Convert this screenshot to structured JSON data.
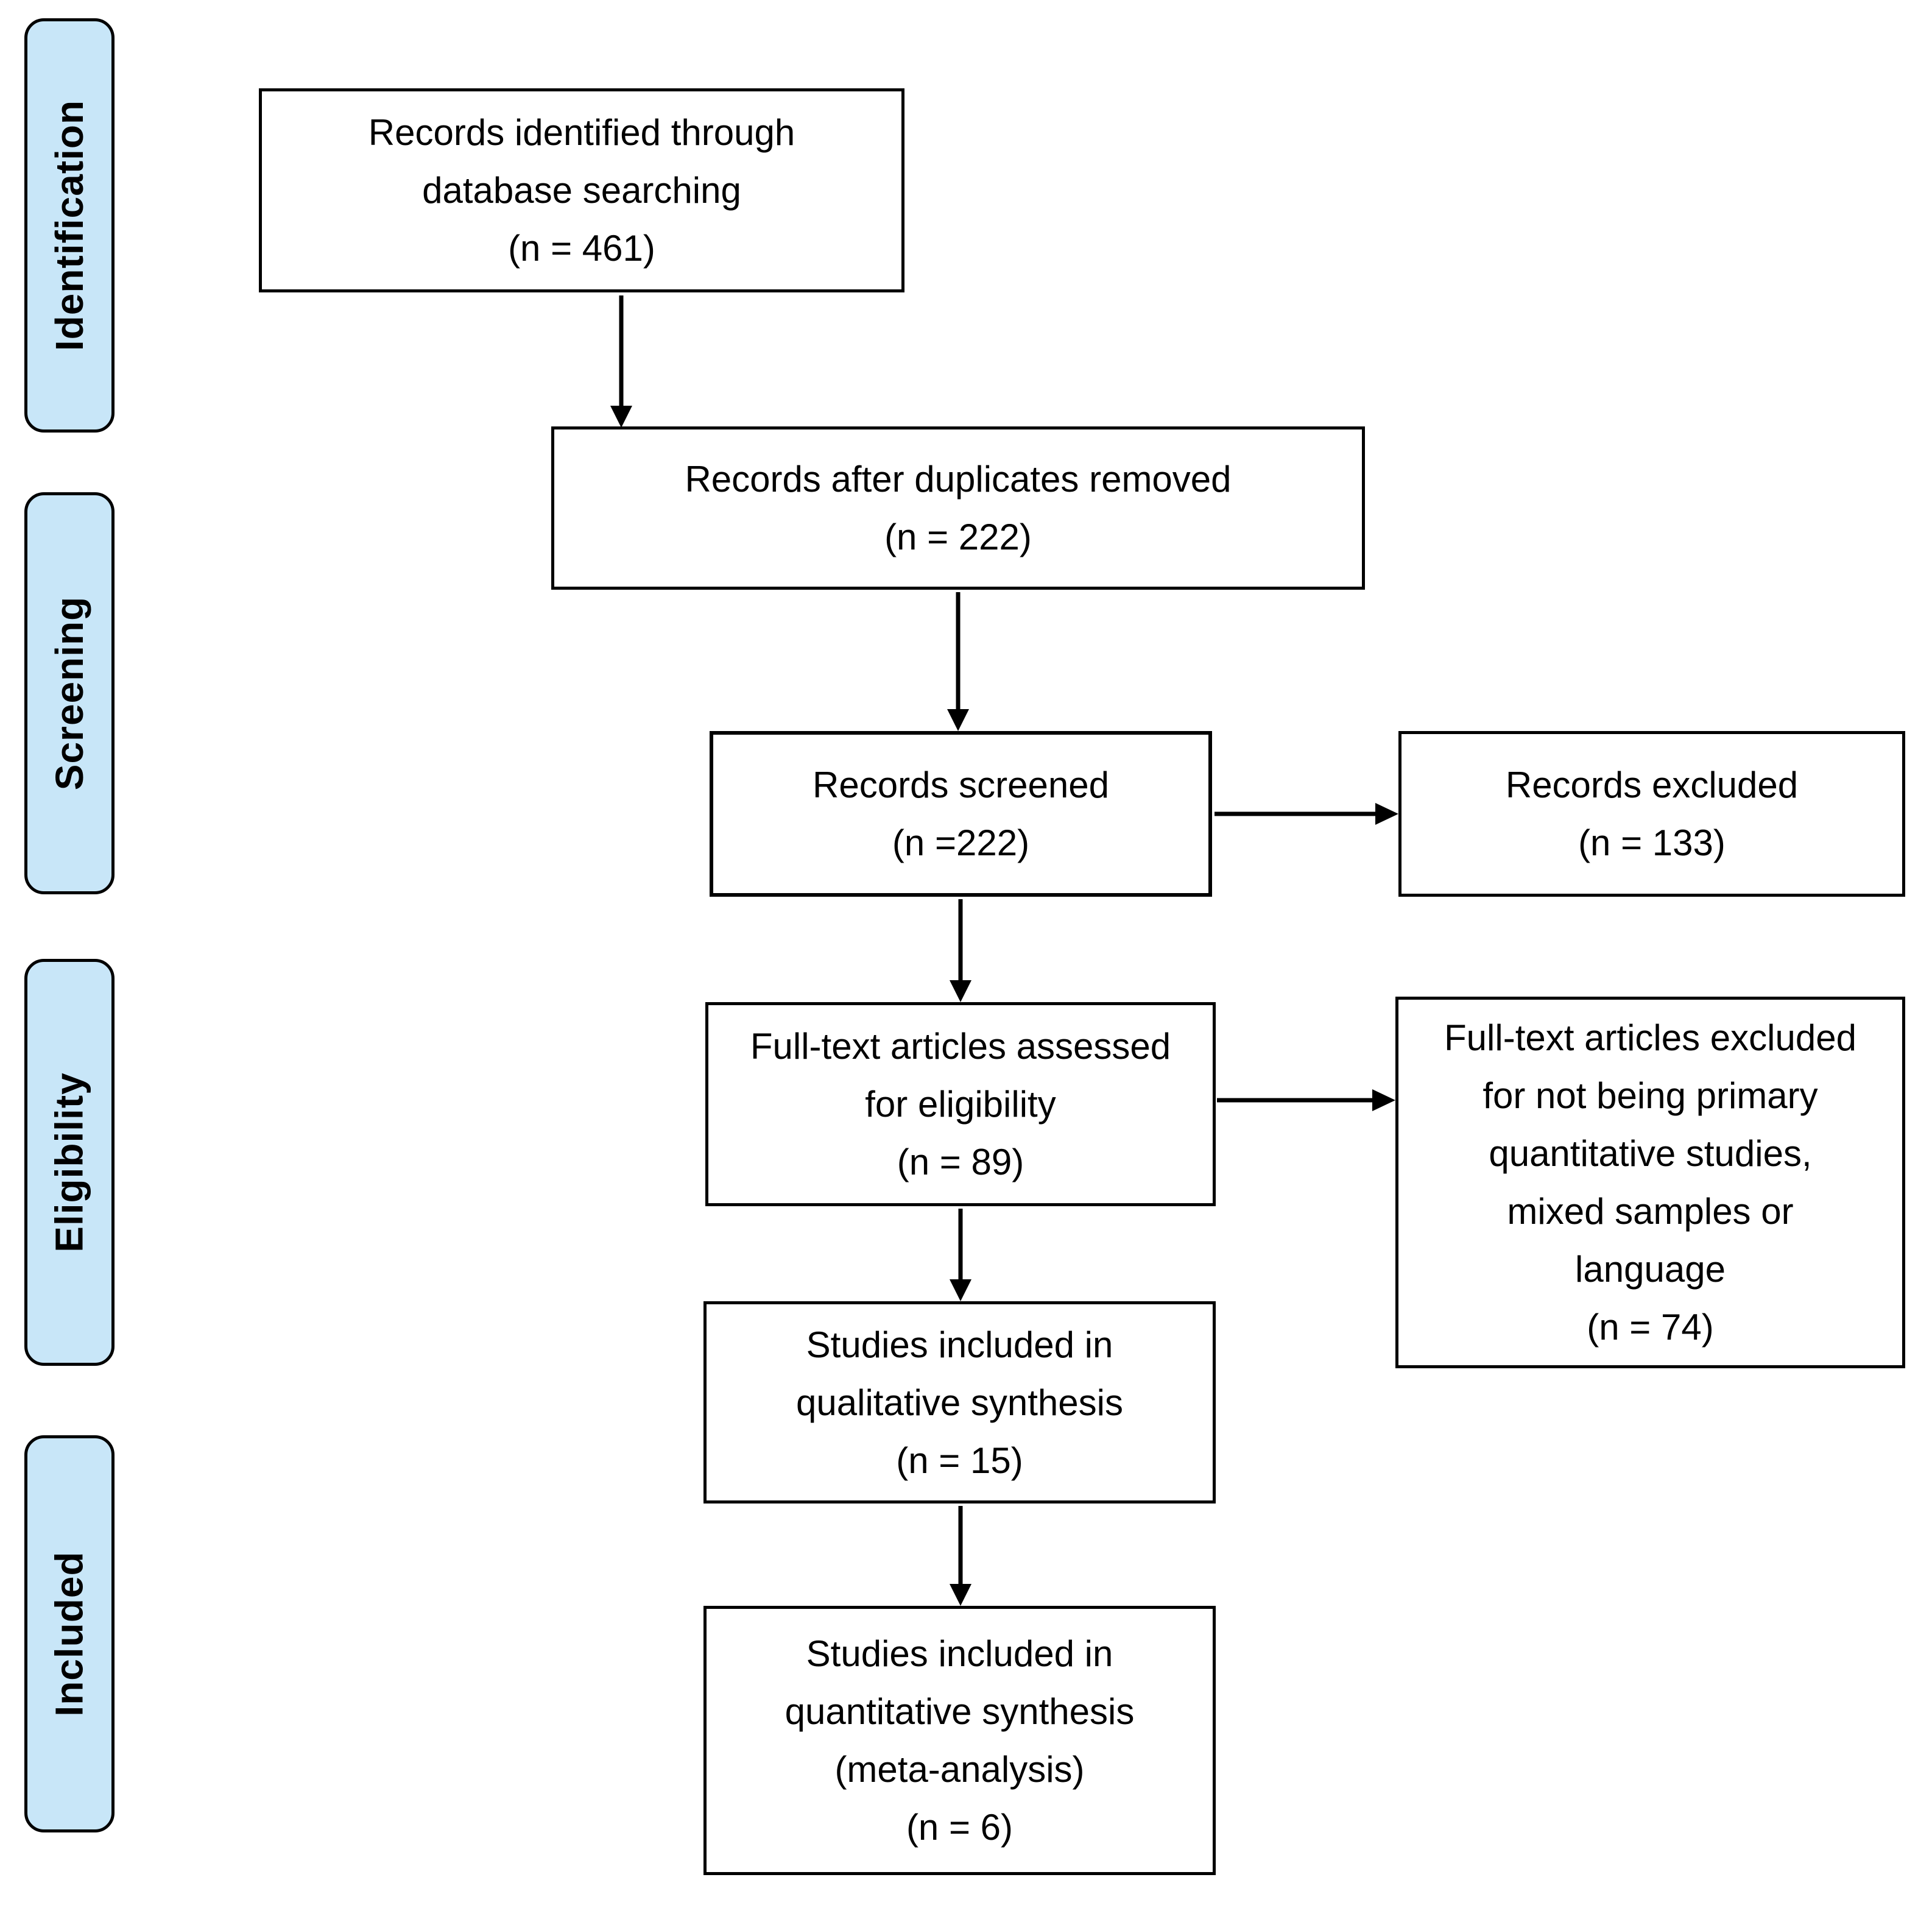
{
  "sidebar": {
    "items": [
      {
        "label": "Identification"
      },
      {
        "label": "Screening"
      },
      {
        "label": "Eligibility"
      },
      {
        "label": "Included"
      }
    ]
  },
  "flow": {
    "identified": {
      "lines": [
        "Records identified through",
        "database searching",
        "(n = 461)"
      ]
    },
    "duplicates_removed": {
      "lines": [
        "Records after duplicates removed",
        "(n = 222)"
      ]
    },
    "screened": {
      "lines": [
        "Records screened",
        "(n =222)"
      ]
    },
    "records_excluded": {
      "lines": [
        "Records excluded",
        "(n = 133)"
      ]
    },
    "fulltext_assessed": {
      "lines": [
        "Full-text articles assessed",
        "for eligibility",
        "(n = 89)"
      ]
    },
    "fulltext_excluded": {
      "lines": [
        "Full-text articles excluded",
        "for not being primary",
        "quantitative studies,",
        "mixed samples or",
        "language",
        "(n = 74)"
      ]
    },
    "qualitative": {
      "lines": [
        "Studies included in",
        "qualitative synthesis",
        "(n = 15)"
      ]
    },
    "quantitative": {
      "lines": [
        "Studies included in",
        "quantitative synthesis",
        "(meta-analysis)",
        "(n = 6)"
      ]
    }
  },
  "colors": {
    "stage_fill": "#c8e6f8",
    "box_border": "#000000",
    "background": "#ffffff",
    "text": "#000000"
  }
}
